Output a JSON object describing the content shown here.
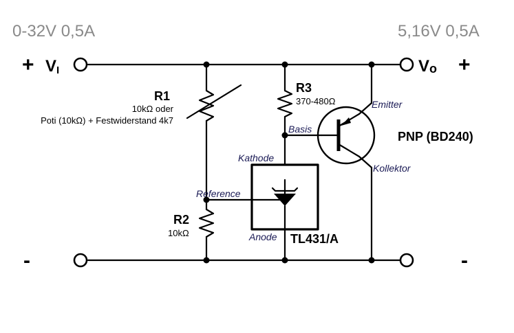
{
  "input_spec": "0-32V 0,5A",
  "output_spec": "5,16V 0,5A",
  "terminals": {
    "plus_left": "+",
    "vin_label_main": "V",
    "vin_label_sub": "I",
    "minus_left": "-",
    "plus_right": "+",
    "vout_label_main": "V",
    "vout_label_sub": "o",
    "minus_right": "-"
  },
  "r1": {
    "name": "R1",
    "value": "10kΩ oder",
    "alt": "Poti (10kΩ) + Festwiderstand 4k7"
  },
  "r2": {
    "name": "R2",
    "value": "10kΩ"
  },
  "r3": {
    "name": "R3",
    "value": "370-480Ω"
  },
  "tl431": {
    "name": "TL431/A",
    "kathode": "Kathode",
    "reference": "Reference",
    "anode": "Anode"
  },
  "transistor": {
    "name": "PNP (BD240)",
    "emitter": "Emitter",
    "basis": "Basis",
    "collector": "Kollektor"
  }
}
